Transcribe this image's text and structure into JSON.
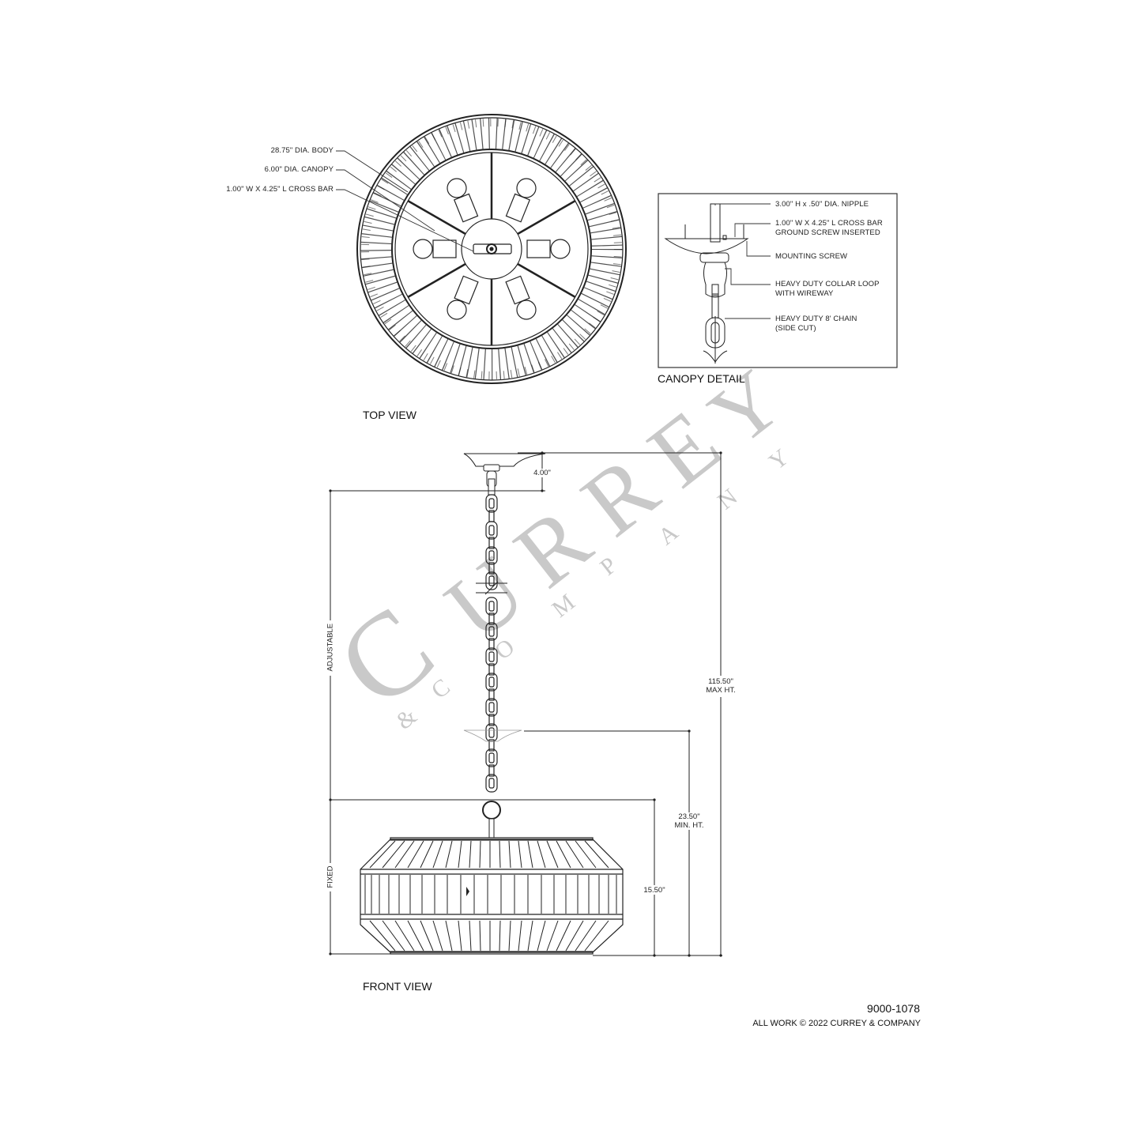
{
  "watermark": {
    "brand": "CURREY",
    "brand_letters": [
      "C",
      "U",
      "R",
      "R",
      "E",
      "Y"
    ],
    "sub": "& COMPANY",
    "sub_letters": [
      "&",
      "C",
      "O",
      "M",
      "P",
      "A",
      "N",
      "Y"
    ],
    "color": "#c9c9c9"
  },
  "top_view": {
    "title": "TOP VIEW",
    "callouts": [
      {
        "label": "28.75\" DIA. BODY"
      },
      {
        "label": "6.00\" DIA. CANOPY"
      },
      {
        "label": "1.00\" W X 4.25\" L CROSS BAR"
      }
    ],
    "bulb_count": 6
  },
  "canopy_detail": {
    "title": "CANOPY DETAIL",
    "callouts": [
      {
        "lines": [
          "3.00\" H x .50\" DIA. NIPPLE"
        ]
      },
      {
        "lines": [
          "1.00\" W X 4.25\" L CROSS BAR",
          "GROUND SCREW INSERTED"
        ]
      },
      {
        "lines": [
          "MOUNTING SCREW"
        ]
      },
      {
        "lines": [
          "HEAVY DUTY COLLAR LOOP",
          "WITH WIREWAY"
        ]
      },
      {
        "lines": [
          "HEAVY DUTY 8' CHAIN",
          "(SIDE CUT)"
        ]
      }
    ]
  },
  "front_view": {
    "title": "FRONT VIEW",
    "dimensions": {
      "canopy_height": "4.00\"",
      "adjustable_label": "ADJUSTABLE",
      "fixed_label": "FIXED",
      "max_height_value": "115.50\"",
      "max_height_label": "MAX HT.",
      "min_height_value": "23.50\"",
      "min_height_label": "MIN. HT.",
      "body_height": "15.50\""
    }
  },
  "footer": {
    "part_number": "9000-1078",
    "copyright": "ALL WORK © 2022 CURREY & COMPANY"
  }
}
